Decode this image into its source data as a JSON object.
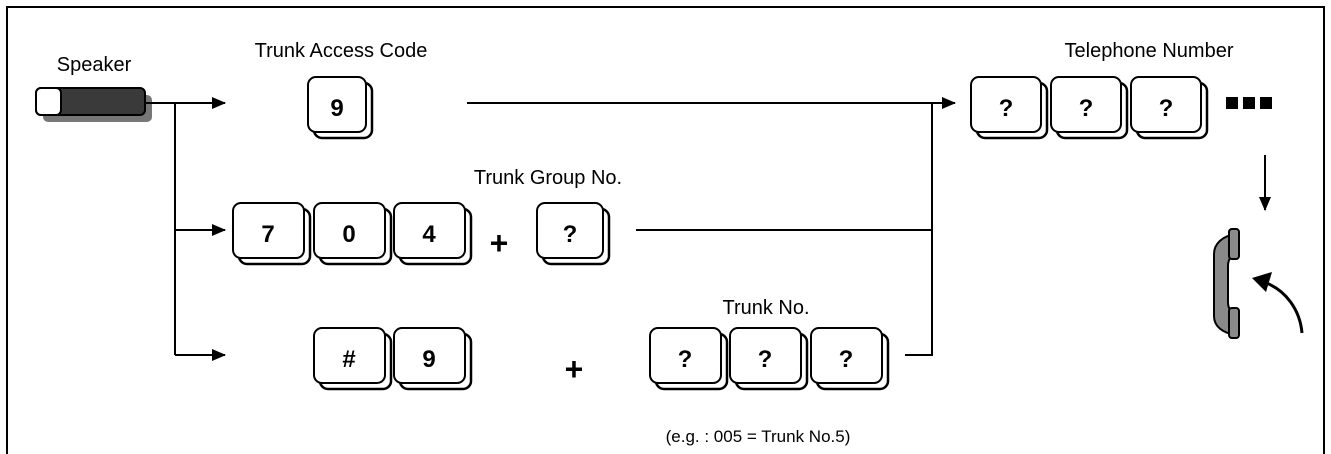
{
  "labels": {
    "speaker": "Speaker",
    "trunk_access_code": "Trunk Access Code",
    "telephone_number": "Telephone Number",
    "trunk_group_no": "Trunk Group No.",
    "trunk_no": "Trunk No.",
    "example": "(e.g. : 005 = Trunk No.5)"
  },
  "keys": {
    "trunk_access": "9",
    "group_prefix": [
      "7",
      "0",
      "4"
    ],
    "group_number": "?",
    "trunk_prefix": [
      "#",
      "9"
    ],
    "trunk_number": [
      "?",
      "?",
      "?"
    ],
    "telephone": [
      "?",
      "?",
      "?"
    ]
  },
  "symbols": {
    "plus": "+"
  },
  "icons": {
    "speaker": "speaker-button-icon",
    "handset": "handset-icon",
    "hang_up_arrow": "curved-arrow-icon"
  }
}
